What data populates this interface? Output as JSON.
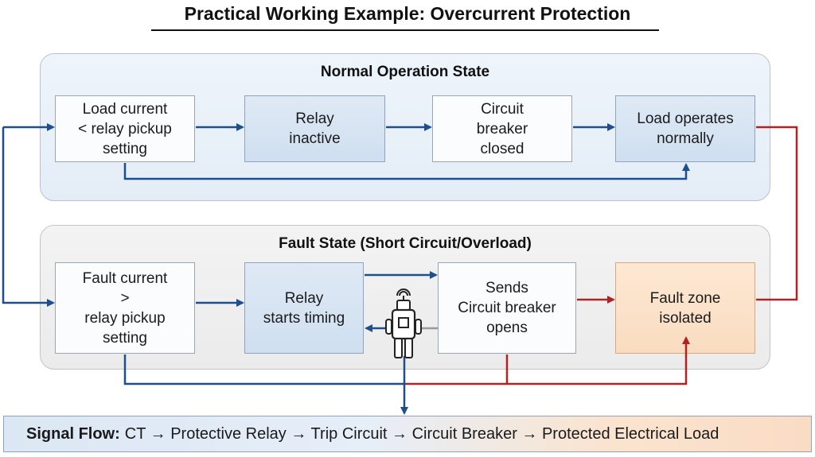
{
  "title": "Practical Working Example: Overcurrent Protection",
  "normal": {
    "heading": "Normal Operation State",
    "box1": "Load current\n< relay pickup\nsetting",
    "box2": "Relay\ninactive",
    "box3": "Circuit\nbreaker\nclosed",
    "box4": "Load operates\nnormally"
  },
  "fault": {
    "heading": "Fault State (Short Circuit/Overload)",
    "box1": "Fault current\n>\nrelay pickup\nsetting",
    "box2": "Relay\nstarts timing",
    "box3": "Sends\nCircuit breaker\nopens",
    "box4": "Fault zone\nisolated"
  },
  "footer": {
    "label": "Signal Flow:",
    "flow": "CT → Protective Relay → Trip Circuit → Circuit Breaker → Protected Electrical Load"
  },
  "colors": {
    "blue_arrow": "#1f4e8c",
    "red_arrow": "#b22222",
    "gray_arrow": "#9a9a9a",
    "orange_box": "#fde8d3",
    "blue_box": "#dfe9f5"
  },
  "icons": {
    "robot": "robot-icon"
  }
}
